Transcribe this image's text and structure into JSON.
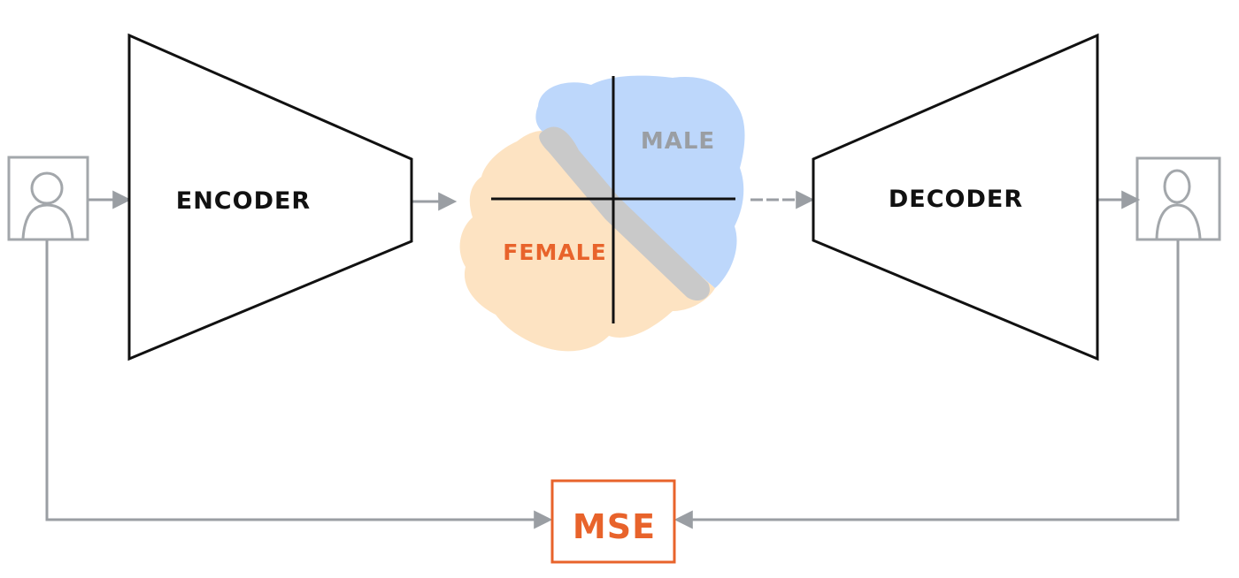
{
  "encoder": {
    "label": "ENCODER"
  },
  "decoder": {
    "label": "DECODER"
  },
  "latent_space": {
    "male_label": "MALE",
    "female_label": "FEMALE",
    "male_color": "#bdd7fb",
    "female_color": "#fde3c2",
    "boundary_color": "#c9c9c9"
  },
  "loss": {
    "label": "MSE",
    "color": "#e8632b"
  },
  "input_image": {
    "icon": "person-icon"
  },
  "output_image": {
    "icon": "person-icon"
  },
  "colors": {
    "stroke": "#111111",
    "connector": "#9a9ea3",
    "frame": "#a3a7ab"
  }
}
